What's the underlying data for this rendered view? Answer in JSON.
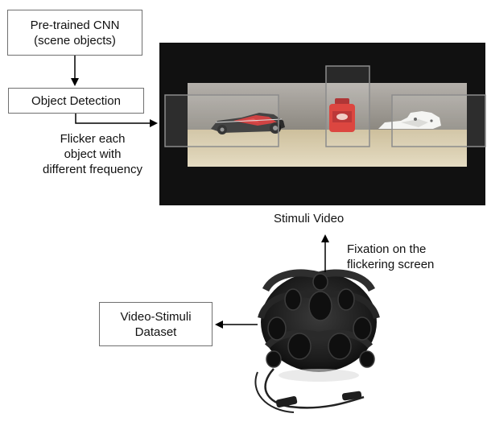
{
  "nodes": {
    "cnn": "Pre-trained CNN\n(scene objects)",
    "detection": "Object Detection",
    "dataset": "Video-Stimuli\nDataset"
  },
  "labels": {
    "flicker": "Flicker each\nobject with\ndifferent frequency",
    "stimuli_video": "Stimuli Video",
    "fixation": "Fixation on the\nflickering screen"
  },
  "images": {
    "video_frame": "video frame showing a toy car, a red bottle and a white toy on a table, each inside a highlight box",
    "eeg_headset": "EEG headset with electrodes and cable"
  },
  "colors": {
    "video_background": "#111111",
    "box_border": "#707070",
    "arrow": "#000000",
    "bottle": "#d8322b"
  }
}
